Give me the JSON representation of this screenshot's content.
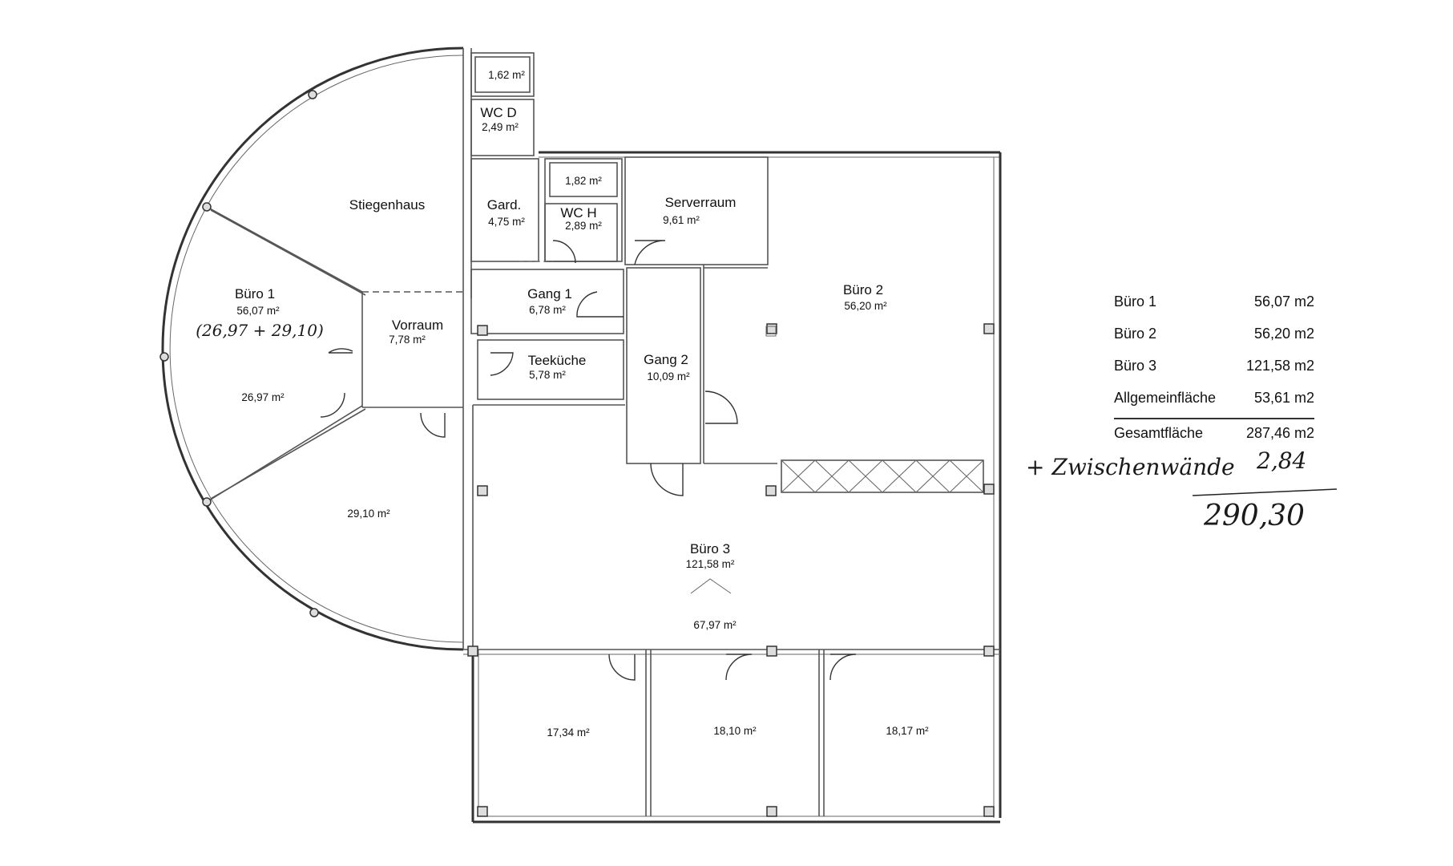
{
  "rooms": {
    "storage_small": {
      "area": "1,62 m²"
    },
    "wc_d": {
      "name": "WC D",
      "area": "2,49 m²"
    },
    "storage_wch": {
      "area": "1,82 m²"
    },
    "gard": {
      "name": "Gard.",
      "area": "4,75 m²"
    },
    "wc_h": {
      "name": "WC H",
      "area": "2,89 m²"
    },
    "serverraum": {
      "name": "Serverraum",
      "area": "9,61 m²"
    },
    "stiegenhaus": {
      "name": "Stiegenhaus"
    },
    "buero1": {
      "name": "Büro 1",
      "area": "56,07 m²",
      "note": "(26,97 + 29,10)"
    },
    "buero1_a": {
      "area": "26,97 m²"
    },
    "buero1_b": {
      "area": "29,10 m²"
    },
    "vorraum": {
      "name": "Vorraum",
      "area": "7,78 m²"
    },
    "gang1": {
      "name": "Gang 1",
      "area": "6,78 m²"
    },
    "teekueche": {
      "name": "Teeküche",
      "area": "5,78 m²"
    },
    "gang2": {
      "name": "Gang 2",
      "area": "10,09 m²"
    },
    "buero2": {
      "name": "Büro 2",
      "area": "56,20 m²"
    },
    "buero3": {
      "name": "Büro 3",
      "area": "121,58 m²"
    },
    "buero3_main": {
      "area": "67,97 m²"
    },
    "office_a": {
      "area": "17,34 m²"
    },
    "office_b": {
      "area": "18,10 m²"
    },
    "office_c": {
      "area": "18,17 m²"
    }
  },
  "summary": {
    "rows": [
      {
        "label": "Büro 1",
        "value": "56,07 m2"
      },
      {
        "label": "Büro 2",
        "value": "56,20 m2"
      },
      {
        "label": "Büro 3",
        "value": "121,58 m2"
      },
      {
        "label": "Allgemeinfläche",
        "value": "53,61 m2"
      }
    ],
    "total": {
      "label": "Gesamtfläche",
      "value": "287,46 m2"
    }
  },
  "handwritten": {
    "addition": "+ Zwischenwände",
    "addition_value": "2,84",
    "result": "290,30"
  }
}
